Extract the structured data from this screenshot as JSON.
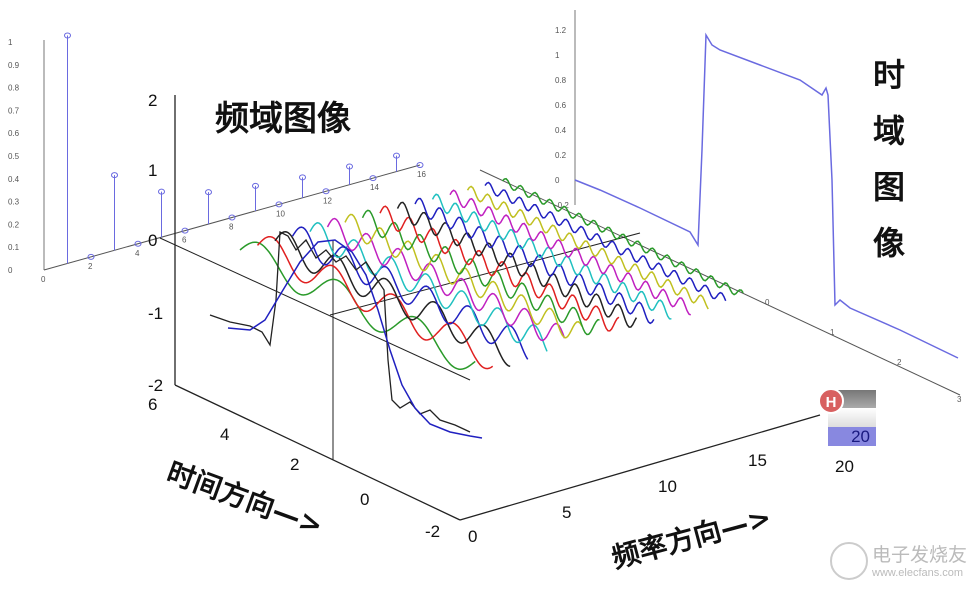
{
  "labels": {
    "freq_domain": "频域图像",
    "time_domain": "时域图像",
    "time_direction": "时间方向—>",
    "freq_direction": "频率方向—>"
  },
  "badge": {
    "letter": "H",
    "value": "20"
  },
  "watermark": {
    "name": "电子发烧友",
    "url": "www.elecfans.com"
  },
  "chart_data": [
    {
      "type": "stem",
      "xticks": [
        "0",
        "2",
        "4",
        "6",
        "8",
        "10",
        "12",
        "14",
        "16"
      ],
      "yticks": [
        "0",
        "0.1",
        "0.2",
        "0.3",
        "0.4",
        "0.5",
        "0.6",
        "0.7",
        "0.8",
        "0.9",
        "1"
      ],
      "x": [
        1,
        3,
        5,
        7,
        9,
        11,
        13,
        15
      ],
      "values": [
        1.0,
        0.33,
        0.2,
        0.14,
        0.11,
        0.09,
        0.08,
        0.07
      ],
      "color": "#6a6ae0",
      "ylim": [
        0,
        1
      ]
    },
    {
      "type": "line",
      "xticks": [
        "0",
        "1",
        "2",
        "3"
      ],
      "yticks": [
        "-0.2",
        "0",
        "0.2",
        "0.4",
        "0.6",
        "0.8",
        "1",
        "1.2"
      ],
      "shape": "square wave with Gibbs ripple",
      "color": "#6a6ae0"
    },
    {
      "type": "3d-line",
      "zticks": [
        "-2",
        "-1",
        "0",
        "1",
        "2"
      ],
      "time_ticks": [
        "-2",
        "0",
        "2",
        "4",
        "6"
      ],
      "freq_ticks": [
        "0",
        "5",
        "10",
        "15",
        "20"
      ],
      "wave_colors": [
        "#2a9a2a",
        "#e02020",
        "#222222",
        "#2020c0",
        "#20c0c0",
        "#c020c0",
        "#c0c020",
        "#2a9a2a",
        "#e02020",
        "#222222",
        "#2020c0",
        "#20c0c0",
        "#c020c0",
        "#c0c020",
        "#2020c0",
        "#2a9a2a"
      ]
    }
  ]
}
